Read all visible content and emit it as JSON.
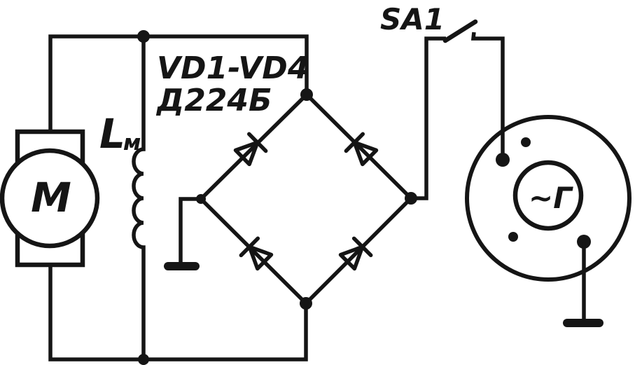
{
  "colors": {
    "ink": "#151515",
    "background": "#ffffff"
  },
  "labels": {
    "bridge_designators": "VD1-VD4",
    "bridge_part_number": "Д224Б",
    "inductor_main": "L",
    "inductor_sub": "м",
    "motor": "M",
    "switch": "SA1",
    "generator": "~Г"
  },
  "symbols": {
    "motor": "dc-motor-with-brushes",
    "inductor": "coil-4-loops",
    "bridge": "diode-bridge-diamond-4-diodes",
    "switch": "knife-switch-open",
    "generator": "ac-generator-two-terminals",
    "ground_left": "chassis-ground-bar",
    "ground_right": "chassis-ground-bar"
  }
}
